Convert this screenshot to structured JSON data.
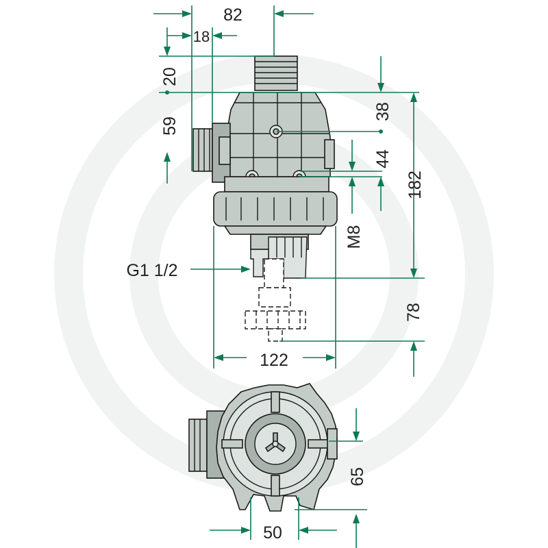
{
  "dimensions": {
    "d82": "82",
    "d18": "18",
    "d20": "20",
    "d59": "59",
    "d38": "38",
    "d44": "44",
    "d182": "182",
    "m8": "M8",
    "thread": "G1 1/2",
    "d78": "78",
    "d122": "122",
    "d65": "65",
    "d50": "50"
  },
  "colors": {
    "dimension_line": "#0e7a55",
    "part_fill": "#c4ccc8",
    "outline": "#1a1a1a",
    "watermark": "#f1f3f2"
  }
}
